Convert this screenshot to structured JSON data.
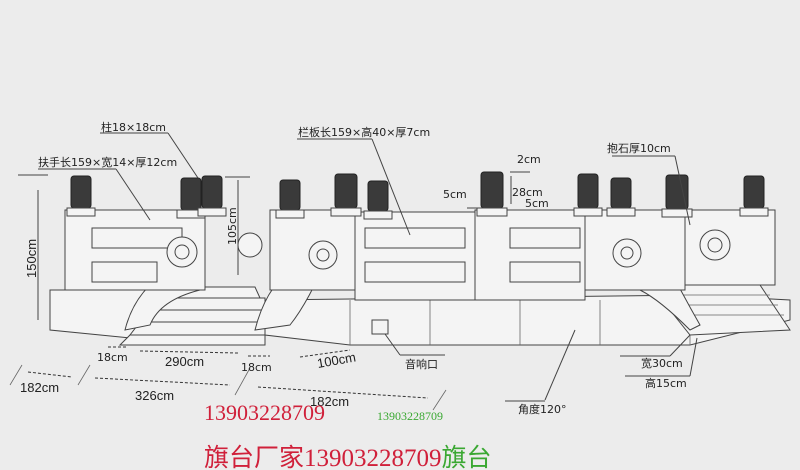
{
  "labels": {
    "column": "柱18×18cm",
    "handrail": "扶手长159×宽14×厚12cm",
    "panel": "栏板长159×高40×厚7cm",
    "top_2cm": "2cm",
    "post_28cm": "28cm",
    "left_5cm": "5cm",
    "right_5cm": "5cm",
    "holding_stone": "抱石厚10cm",
    "height_150": "150cm",
    "height_105": "105cm",
    "w18a": "18cm",
    "w290": "290cm",
    "w18b": "18cm",
    "w100": "100cm",
    "w182a": "182cm",
    "w326": "326cm",
    "w182b": "182cm",
    "sound_port": "音响口",
    "step_width": "宽30cm",
    "step_height": "高15cm",
    "angle": "角度120°"
  },
  "watermark": {
    "phone_red": "13903228709",
    "phone_green": "13903228709",
    "banner_prefix": "旗台厂家13903228709",
    "banner_suffix": "旗台",
    "red": "#d0203a",
    "green": "#3aa832"
  }
}
